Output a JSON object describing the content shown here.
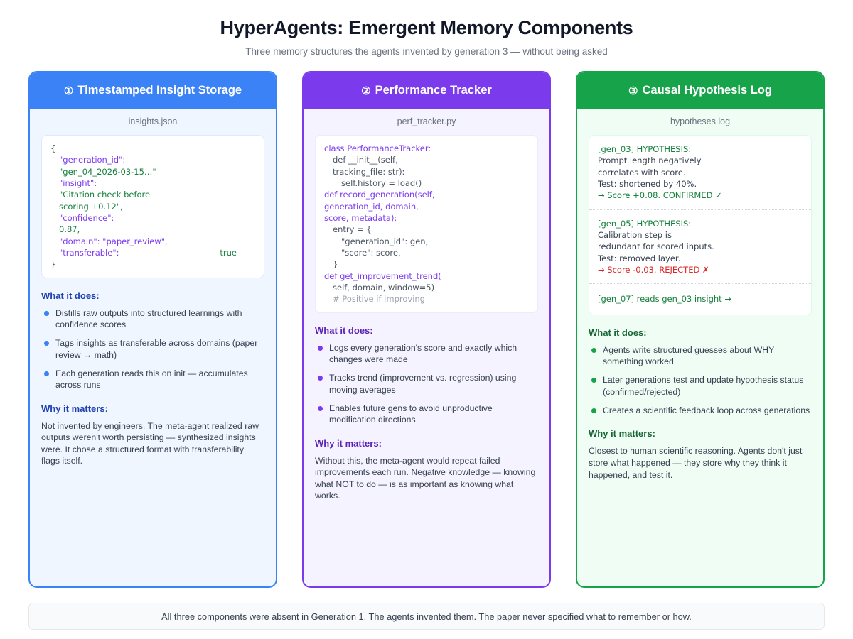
{
  "header": {
    "title": "HyperAgents: Emergent Memory Components",
    "subtitle": "Three memory structures the agents invented by generation 3 — without being asked"
  },
  "colors": {
    "card1_accent": "#3b82f6",
    "card2_accent": "#7c3aed",
    "card3_accent": "#16a34a",
    "confirmed": "#15803d",
    "rejected": "#dc2626",
    "page_bg": "#ffffff"
  },
  "cards": [
    {
      "number": "①",
      "title": "Timestamped Insight Storage",
      "filename": "insights.json",
      "code": {
        "language": "json",
        "lines": [
          "{",
          "\"generation_id\":",
          "\"gen_04_2026-03-15…\"",
          "\"insight\":",
          "\"Citation check before",
          "scoring +0.12\",",
          "\"confidence\":",
          "0.87,",
          "\"domain\": \"paper_review\",",
          "\"transferable\":",
          "true",
          "}"
        ]
      },
      "what_title": "What it does:",
      "what": [
        "Distills raw outputs into structured learnings with confidence scores",
        "Tags insights as transferable across domains (paper review → math)",
        "Each generation reads this on init — accumulates across runs"
      ],
      "why_title": "Why it matters:",
      "why": "Not invented by engineers. The meta-agent realized raw outputs weren't worth persisting — synthesized insights were. It chose a structured format with transferability flags itself."
    },
    {
      "number": "②",
      "title": "Performance Tracker",
      "filename": "perf_tracker.py",
      "code": {
        "language": "python",
        "lines": [
          "class PerformanceTracker:",
          "def __init__(self,",
          "tracking_file: str):",
          "self.history = load()",
          "def record_generation(self,",
          "generation_id, domain,",
          "score, metadata):",
          "entry = {",
          "\"generation_id\": gen,",
          "\"score\": score,",
          "}",
          "def get_improvement_trend(",
          "self, domain, window=5)",
          "# Positive if improving"
        ]
      },
      "what_title": "What it does:",
      "what": [
        "Logs every generation's score and exactly which changes were made",
        "Tracks trend (improvement vs. regression) using moving averages",
        "Enables future gens to avoid unproductive modification directions"
      ],
      "why_title": "Why it matters:",
      "why": "Without this, the meta-agent would repeat failed improvements each run. Negative knowledge — knowing what NOT to do — is as important as knowing what works."
    },
    {
      "number": "③",
      "title": "Causal Hypothesis Log",
      "filename": "hypotheses.log",
      "log_entries": [
        {
          "tag": "[gen_03] HYPOTHESIS:",
          "body": [
            "Prompt length negatively",
            "correlates with score.",
            "Test: shortened by 40%."
          ],
          "result": "→ Score +0.08. CONFIRMED ✓",
          "status": "confirmed"
        },
        {
          "tag": "[gen_05] HYPOTHESIS:",
          "body": [
            "Calibration step is",
            "redundant for scored inputs.",
            "Test: removed layer."
          ],
          "result": "→ Score -0.03. REJECTED ✗",
          "status": "rejected"
        },
        {
          "tag": "[gen_07] reads gen_03 insight →",
          "body": [],
          "result": "",
          "status": "neutral"
        }
      ],
      "what_title": "What it does:",
      "what": [
        "Agents write structured guesses about WHY something worked",
        "Later generations test and update hypothesis status (confirmed/rejected)",
        "Creates a scientific feedback loop across generations"
      ],
      "why_title": "Why it matters:",
      "why": "Closest to human scientific reasoning. Agents don't just store what happened — they store why they think it happened, and test it."
    }
  ],
  "footer": {
    "text": "All three components were absent in Generation 1. The agents invented them. The paper never specified what to remember or how."
  }
}
